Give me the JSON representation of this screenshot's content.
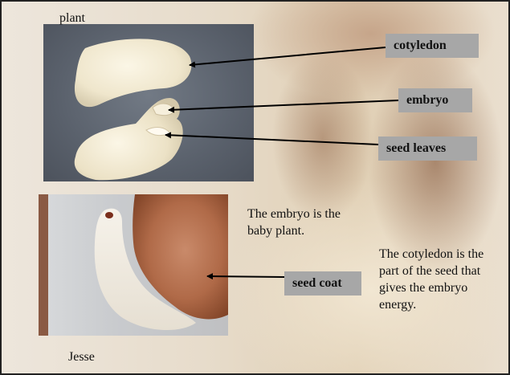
{
  "labels": {
    "plant": "plant",
    "jesse": "Jesse"
  },
  "callouts": {
    "cotyledon": "cotyledon",
    "embryo": "embryo",
    "seed_leaves": "seed leaves",
    "seed_coat": "seed coat"
  },
  "captions": {
    "embryo": "The embryo is the baby plant.",
    "cotyledon": "The cotyledon is the part of the seed that gives the embryo energy."
  },
  "colors": {
    "callout_background": "#a7a7a7",
    "arrow": "#000000",
    "slide_border": "#222222"
  }
}
